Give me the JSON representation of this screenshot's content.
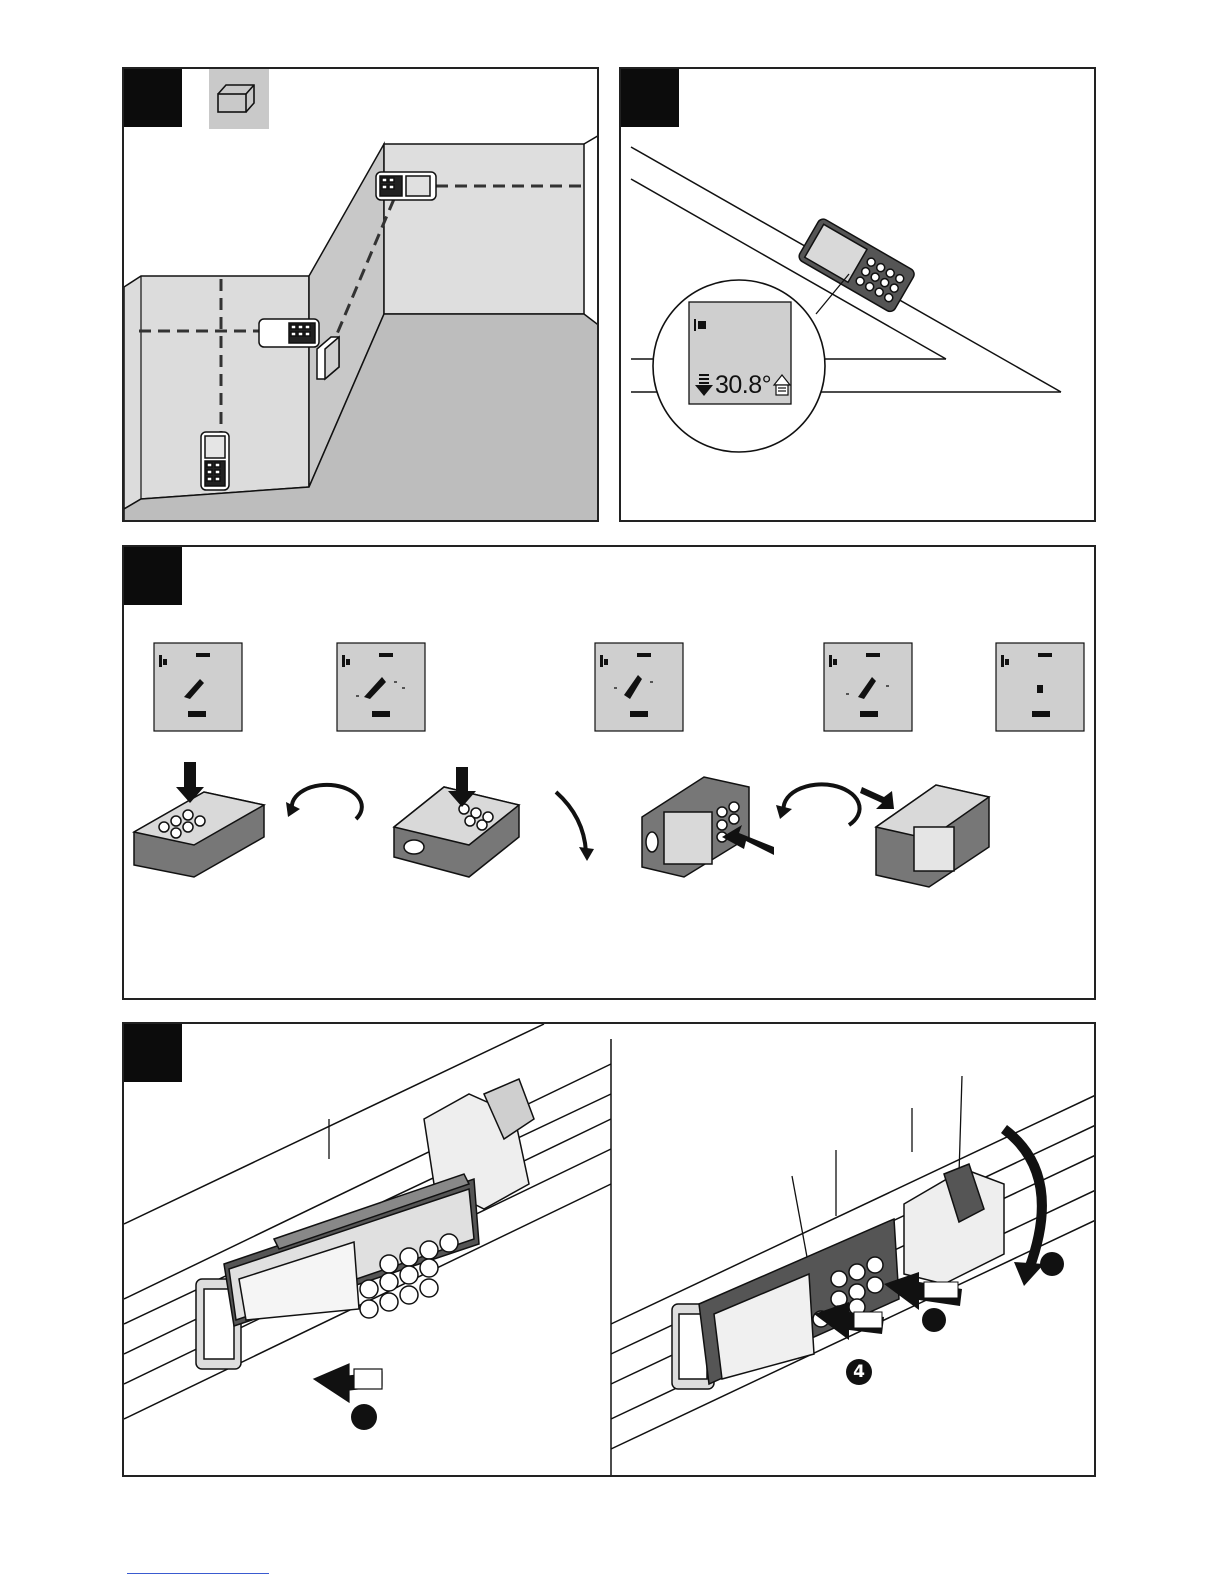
{
  "figure_a": {
    "tag_label": ""
  },
  "figure_b": {
    "tag_label": "",
    "angle_readout": "30.8°"
  },
  "figure_c": {
    "tag_label": ""
  },
  "figure_d": {
    "tag_label": "",
    "step_number": "4"
  },
  "icons": [
    "room-mode-icon",
    "laser-measurer",
    "rotate-arrow",
    "push-arrow",
    "display-screen"
  ]
}
